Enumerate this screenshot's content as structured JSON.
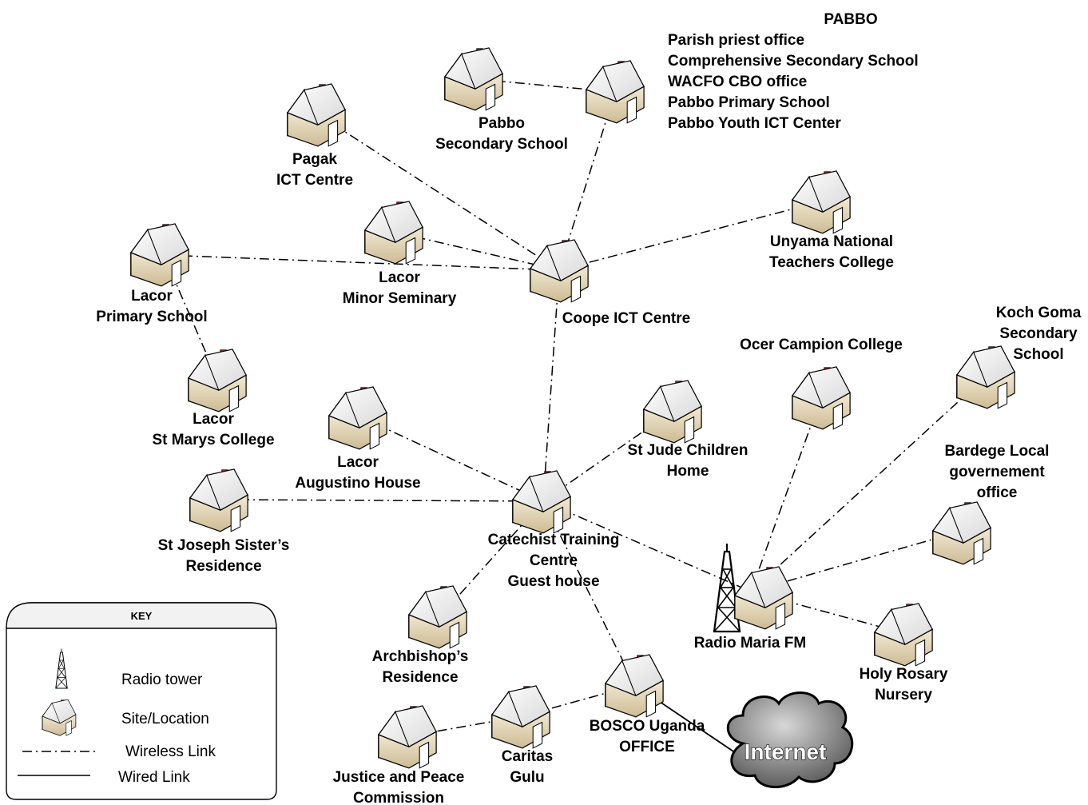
{
  "sites": [
    {
      "id": "pabbo",
      "label": [
        "PABBO",
        "Parish priest office",
        "Comprehensive Secondary School",
        "WACFO CBO office",
        "Pabbo Primary School",
        "Pabbo Youth ICT Center"
      ]
    },
    {
      "id": "pabbo_ss",
      "label": [
        "Pabbo",
        "Secondary School"
      ]
    },
    {
      "id": "pagak",
      "label": [
        "Pagak",
        "ICT Centre"
      ]
    },
    {
      "id": "unyama",
      "label": [
        "Unyama National",
        "Teachers College"
      ]
    },
    {
      "id": "lacor_ps",
      "label": [
        "Lacor",
        "Primary School"
      ]
    },
    {
      "id": "lacor_ms",
      "label": [
        "Lacor",
        "Minor Seminary"
      ]
    },
    {
      "id": "coope",
      "label": [
        "Coope ICT Centre"
      ]
    },
    {
      "id": "lacor_smc",
      "label": [
        "Lacor",
        "St Marys College"
      ]
    },
    {
      "id": "lacor_ah",
      "label": [
        "Lacor",
        "Augustino House"
      ]
    },
    {
      "id": "st_jude",
      "label": [
        "St Jude Children",
        "Home"
      ]
    },
    {
      "id": "ocer",
      "label": [
        "Ocer Campion College"
      ]
    },
    {
      "id": "koch",
      "label": [
        "Koch Goma",
        "Secondary",
        "School"
      ]
    },
    {
      "id": "bardege",
      "label": [
        "Bardege Local",
        "governement",
        "office"
      ]
    },
    {
      "id": "st_joseph",
      "label": [
        "St Joseph Sister’s",
        "Residence"
      ]
    },
    {
      "id": "catechist",
      "label": [
        "Catechist Training",
        "Centre",
        "Guest house"
      ]
    },
    {
      "id": "radio_maria",
      "label": [
        "Radio Maria FM"
      ]
    },
    {
      "id": "holy_rosary",
      "label": [
        "Holy Rosary",
        "Nursery"
      ]
    },
    {
      "id": "archbishop",
      "label": [
        "Archbishop’s",
        "Residence"
      ]
    },
    {
      "id": "bosco",
      "label": [
        "BOSCO Uganda",
        "OFFICE"
      ]
    },
    {
      "id": "caritas",
      "label": [
        "Caritas",
        "Gulu"
      ]
    },
    {
      "id": "justice",
      "label": [
        "Justice and Peace",
        "Commission"
      ]
    }
  ],
  "internet_label": "Internet",
  "links": {
    "wireless": [
      [
        "pabbo_ss",
        "pabbo"
      ],
      [
        "pabbo",
        "coope"
      ],
      [
        "pagak",
        "coope"
      ],
      [
        "lacor_ms",
        "coope"
      ],
      [
        "lacor_ps",
        "coope"
      ],
      [
        "unyama",
        "coope"
      ],
      [
        "coope",
        "catechist"
      ],
      [
        "lacor_ps",
        "lacor_smc"
      ],
      [
        "lacor_ah",
        "catechist"
      ],
      [
        "st_joseph",
        "catechist"
      ],
      [
        "st_jude",
        "catechist"
      ],
      [
        "catechist",
        "radio_maria"
      ],
      [
        "catechist",
        "archbishop"
      ],
      [
        "catechist",
        "bosco"
      ],
      [
        "ocer",
        "radio_maria"
      ],
      [
        "koch",
        "radio_maria"
      ],
      [
        "bardege",
        "radio_maria"
      ],
      [
        "holy_rosary",
        "radio_maria"
      ],
      [
        "bosco",
        "caritas"
      ],
      [
        "caritas",
        "justice"
      ]
    ],
    "wired": [
      [
        "bosco",
        "internet"
      ]
    ]
  },
  "key": {
    "title": "KEY",
    "items": [
      {
        "icon": "radio-tower-icon",
        "label": "Radio tower"
      },
      {
        "icon": "site-location-icon",
        "label": "Site/Location"
      },
      {
        "icon": "wireless-link-line",
        "label": "Wireless Link"
      },
      {
        "icon": "wired-link-line",
        "label": "Wired Link"
      }
    ]
  },
  "colors": {
    "house_roof": "#f4f4f4",
    "house_wall": "#e8dcc0",
    "chimney": "#d43b3b",
    "cloud": "#7a7a7a"
  }
}
